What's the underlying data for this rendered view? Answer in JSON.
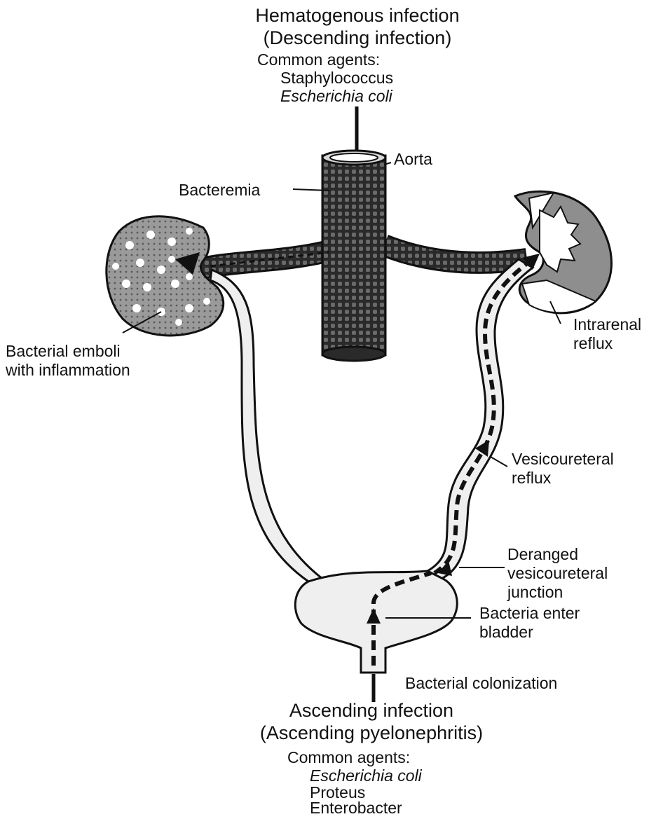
{
  "top": {
    "title_line1": "Hematogenous infection",
    "title_line2": "(Descending infection)",
    "agents_heading": "Common agents:",
    "agents": [
      "Staphylococcus",
      "Escherichia coli"
    ]
  },
  "labels": {
    "aorta": "Aorta",
    "bacteremia": "Bacteremia",
    "bacterial_emboli_line1": "Bacterial emboli",
    "bacterial_emboli_line2": "with inflammation",
    "intrarenal_reflux_line1": "Intrarenal",
    "intrarenal_reflux_line2": "reflux",
    "vesicoureteral_reflux_line1": "Vesicoureteral",
    "vesicoureteral_reflux_line2": "reflux",
    "deranged_line1": "Deranged",
    "deranged_line2": "vesicoureteral",
    "deranged_line3": "junction",
    "bacteria_enter_line1": "Bacteria enter",
    "bacteria_enter_line2": "bladder",
    "colonization": "Bacterial colonization"
  },
  "bottom": {
    "title_line1": "Ascending infection",
    "title_line2": "(Ascending pyelonephritis)",
    "agents_heading": "Common agents:",
    "agents": [
      "Escherichia coli",
      "Proteus",
      "Enterobacter"
    ]
  },
  "colors": {
    "ink": "#111111",
    "organ_fill": "#efefef",
    "kidney_shade": "#8e8e8e",
    "vessel": "#2a2a2a"
  }
}
